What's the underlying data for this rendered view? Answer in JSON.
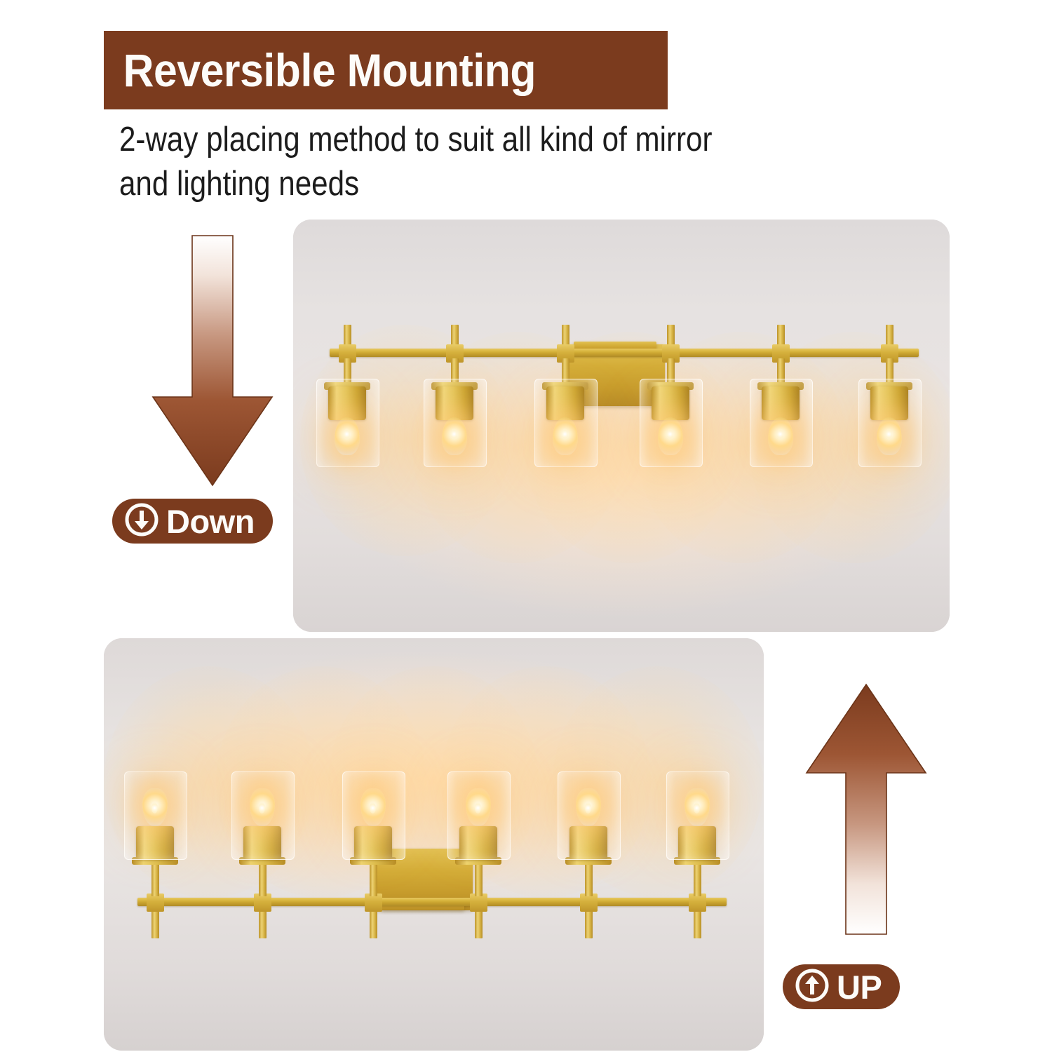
{
  "header": {
    "title": "Reversible Mounting",
    "subtitle": "2-way placing method to suit all kind of mirror and lighting needs"
  },
  "colors": {
    "brand_brown": "#7b3b1e",
    "title_text": "#fdfcf9",
    "subtitle_text": "#1c1c1c",
    "brass_gold": "#d9b63f",
    "bulb_glow": "#ffd98a",
    "panel_wall": "#e6e2e1"
  },
  "panels": [
    {
      "id": "down",
      "orientation": "shades-pointing-down",
      "light_count": 6,
      "alt": "Six-light gold vanity fixture mounted with glass shades and Edison bulbs facing downward"
    },
    {
      "id": "up",
      "orientation": "shades-pointing-up",
      "light_count": 6,
      "alt": "Six-light gold vanity fixture mounted with glass shades and Edison bulbs facing upward"
    }
  ],
  "indicators": [
    {
      "id": "down",
      "label": "Down",
      "arrow_direction": "down",
      "icon": "circle-arrow-down-icon"
    },
    {
      "id": "up",
      "label": "UP",
      "arrow_direction": "up",
      "icon": "circle-arrow-up-icon"
    }
  ]
}
